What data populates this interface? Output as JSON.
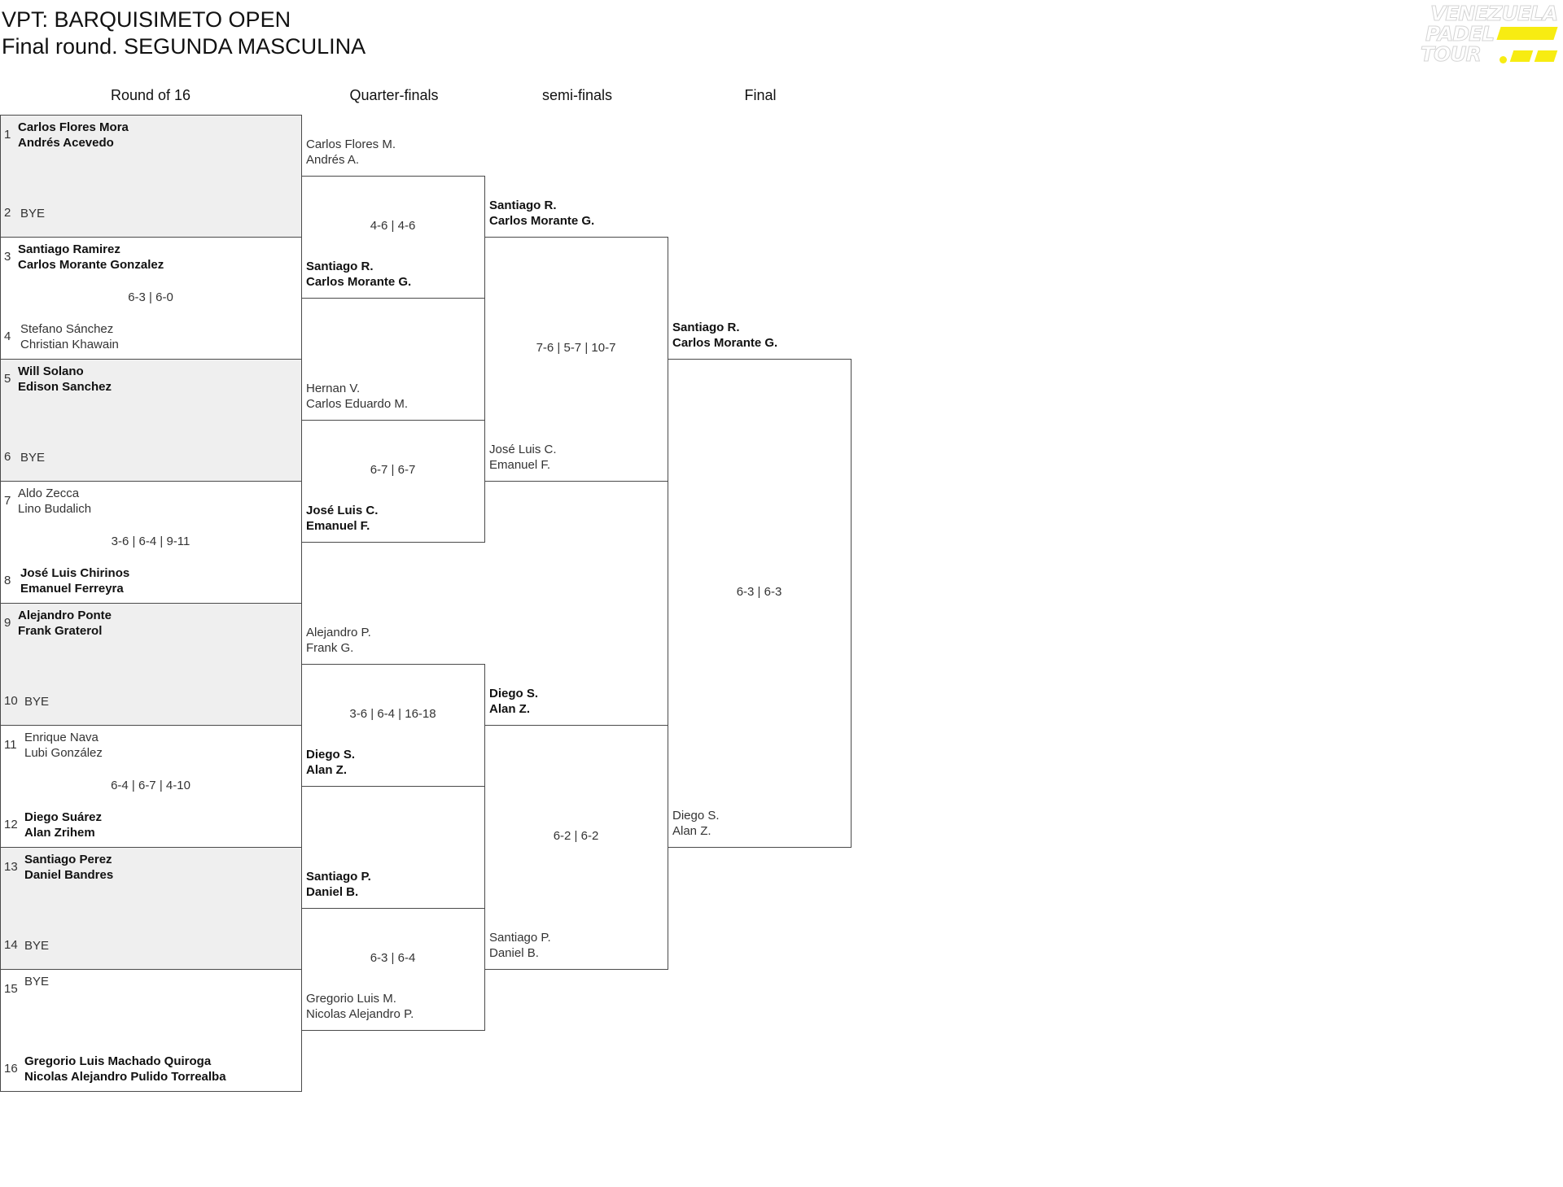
{
  "title": {
    "line1": "VPT: BARQUISIMETO OPEN",
    "line2": "Final round. SEGUNDA MASCULINA"
  },
  "logo": {
    "line1": "VENEZUELA",
    "line2": "PADEL",
    "line3": "TOUR",
    "accent": "#f7ec12"
  },
  "rounds": [
    "Round of 16",
    "Quarter-finals",
    "semi-finals",
    "Final"
  ],
  "r16": [
    {
      "seed_a": "1",
      "a1": "Carlos Flores Mora",
      "a2": "Andrés Acevedo",
      "seed_b": "2",
      "b1": "BYE",
      "b2": "",
      "score": "",
      "winner": "a"
    },
    {
      "seed_a": "3",
      "a1": "Santiago Ramirez",
      "a2": "Carlos Morante Gonzalez",
      "seed_b": "4",
      "b1": "Stefano Sánchez",
      "b2": "Christian Khawain",
      "score": "6-3 | 6-0",
      "winner": "a"
    },
    {
      "seed_a": "5",
      "a1": "Will Solano",
      "a2": "Edison Sanchez",
      "seed_b": "6",
      "b1": "BYE",
      "b2": "",
      "score": "",
      "winner": "a"
    },
    {
      "seed_a": "7",
      "a1": "Aldo Zecca",
      "a2": "Lino Budalich",
      "seed_b": "8",
      "b1": "José Luis Chirinos",
      "b2": "Emanuel Ferreyra",
      "score": "3-6 | 6-4 | 9-11",
      "winner": "b"
    },
    {
      "seed_a": "9",
      "a1": "Alejandro Ponte",
      "a2": "Frank Graterol",
      "seed_b": "10",
      "b1": "BYE",
      "b2": "",
      "score": "",
      "winner": "a"
    },
    {
      "seed_a": "11",
      "a1": "Enrique Nava",
      "a2": "Lubi González",
      "seed_b": "12",
      "b1": "Diego Suárez",
      "b2": "Alan Zrihem",
      "score": "6-4 | 6-7 | 4-10",
      "winner": "b"
    },
    {
      "seed_a": "13",
      "a1": "Santiago Perez",
      "a2": "Daniel Bandres",
      "seed_b": "14",
      "b1": "BYE",
      "b2": "",
      "score": "",
      "winner": "a"
    },
    {
      "seed_a": "15",
      "a1": "BYE",
      "a2": "",
      "seed_b": "16",
      "b1": "Gregorio Luis Machado Quiroga",
      "b2": "Nicolas Alejandro Pulido Torrealba",
      "score": "",
      "winner": "b"
    }
  ],
  "qf": [
    {
      "a1": "Carlos Flores M.",
      "a2": "Andrés A.",
      "b1": "Santiago R.",
      "b2": "Carlos Morante G.",
      "score": "4-6 | 4-6",
      "winner": "b"
    },
    {
      "a1": "Hernan V.",
      "a2": "Carlos Eduardo M.",
      "b1": "José Luis C.",
      "b2": "Emanuel F.",
      "score": "6-7 | 6-7",
      "winner": "b"
    },
    {
      "a1": "Alejandro P.",
      "a2": "Frank G.",
      "b1": "Diego S.",
      "b2": "Alan Z.",
      "score": "3-6 | 6-4 | 16-18",
      "winner": "b"
    },
    {
      "a1": "Santiago P.",
      "a2": "Daniel B.",
      "b1": "Gregorio Luis M.",
      "b2": "Nicolas Alejandro P.",
      "score": "6-3 | 6-4",
      "winner": "a"
    }
  ],
  "sf": [
    {
      "a1": "Santiago R.",
      "a2": "Carlos Morante G.",
      "b1": "José Luis C.",
      "b2": "Emanuel F.",
      "score": "7-6 | 5-7 | 10-7",
      "winner": "a"
    },
    {
      "a1": "Diego S.",
      "a2": "Alan Z.",
      "b1": "Santiago P.",
      "b2": "Daniel B.",
      "score": "6-2 | 6-2",
      "winner": "a"
    }
  ],
  "final": {
    "a1": "Santiago R.",
    "a2": "Carlos Morante G.",
    "b1": "Diego S.",
    "b2": "Alan Z.",
    "score": "6-3 | 6-3",
    "winner": "a"
  }
}
